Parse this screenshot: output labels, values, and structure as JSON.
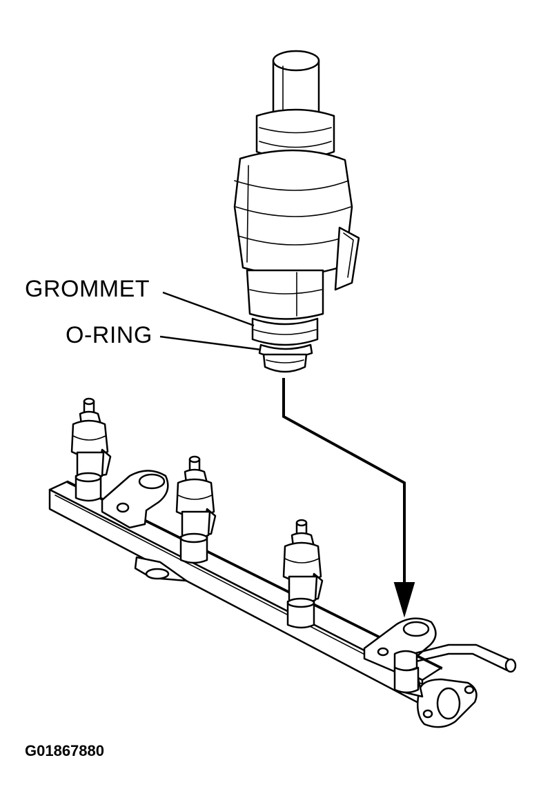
{
  "labels": {
    "grommet": "GROMMET",
    "oring": "O-RING"
  },
  "figure_id": "G01867880",
  "icons": {
    "injector": "fuel-injector-illustration",
    "rail": "fuel-rail-illustration",
    "arrow": "install-direction-arrow"
  }
}
